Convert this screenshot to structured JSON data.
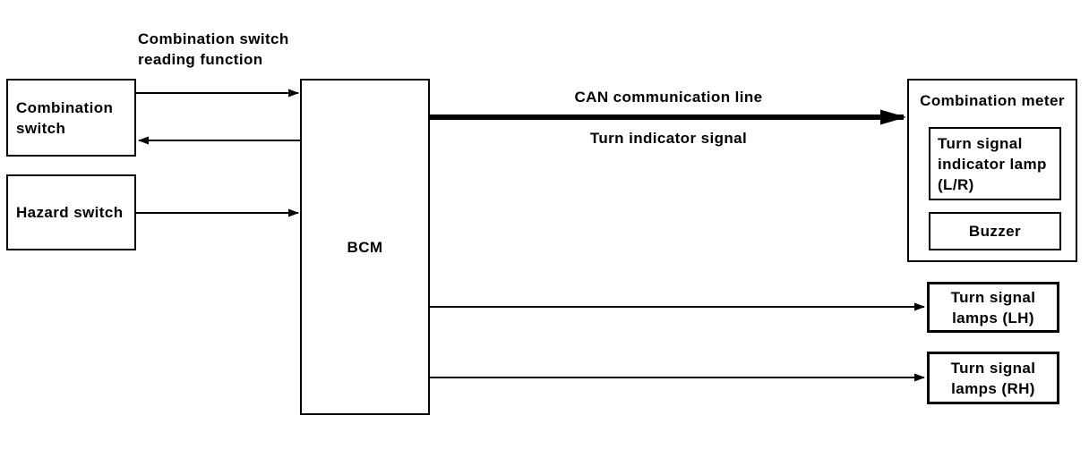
{
  "labels": {
    "reading_function": "Combination switch\nreading function",
    "can_line": "CAN communication line",
    "turn_indicator_signal": "Turn indicator signal"
  },
  "boxes": {
    "combination_switch": "Combination\nswitch",
    "hazard_switch": "Hazard switch",
    "bcm": "BCM",
    "combination_meter_title": "Combination meter",
    "turn_signal_indicator_lamp": "Turn signal\nindicator lamp\n(L/R)",
    "buzzer": "Buzzer",
    "turn_signal_lamps_lh": "Turn signal\nlamps (LH)",
    "turn_signal_lamps_rh": "Turn signal\nlamps (RH)"
  },
  "connections": [
    {
      "from": "Combination switch",
      "to": "BCM",
      "style": "thin-arrow"
    },
    {
      "from": "BCM",
      "to": "Combination switch",
      "style": "thin-arrow"
    },
    {
      "from": "Hazard switch",
      "to": "BCM",
      "style": "thin-arrow"
    },
    {
      "from": "BCM",
      "to": "Combination meter",
      "style": "thick-arrow",
      "label": "CAN communication line / Turn indicator signal"
    },
    {
      "from": "BCM",
      "to": "Turn signal lamps (LH)",
      "style": "thin-arrow"
    },
    {
      "from": "BCM",
      "to": "Turn signal lamps (RH)",
      "style": "thin-arrow"
    }
  ],
  "colors": {
    "line": "#000000",
    "text": "#000000",
    "background": "#ffffff"
  }
}
